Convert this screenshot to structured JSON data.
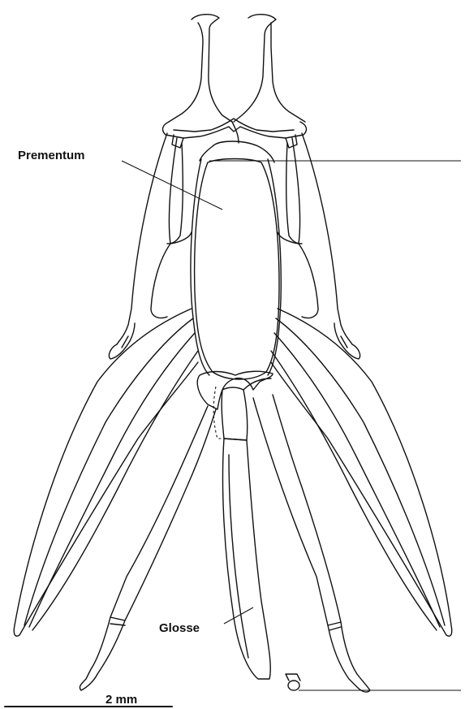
{
  "labels": {
    "prementum": "Prementum",
    "glosse": "Glosse",
    "scale": "2 mm"
  },
  "colors": {
    "line": "#111111",
    "background": "#ffffff"
  }
}
